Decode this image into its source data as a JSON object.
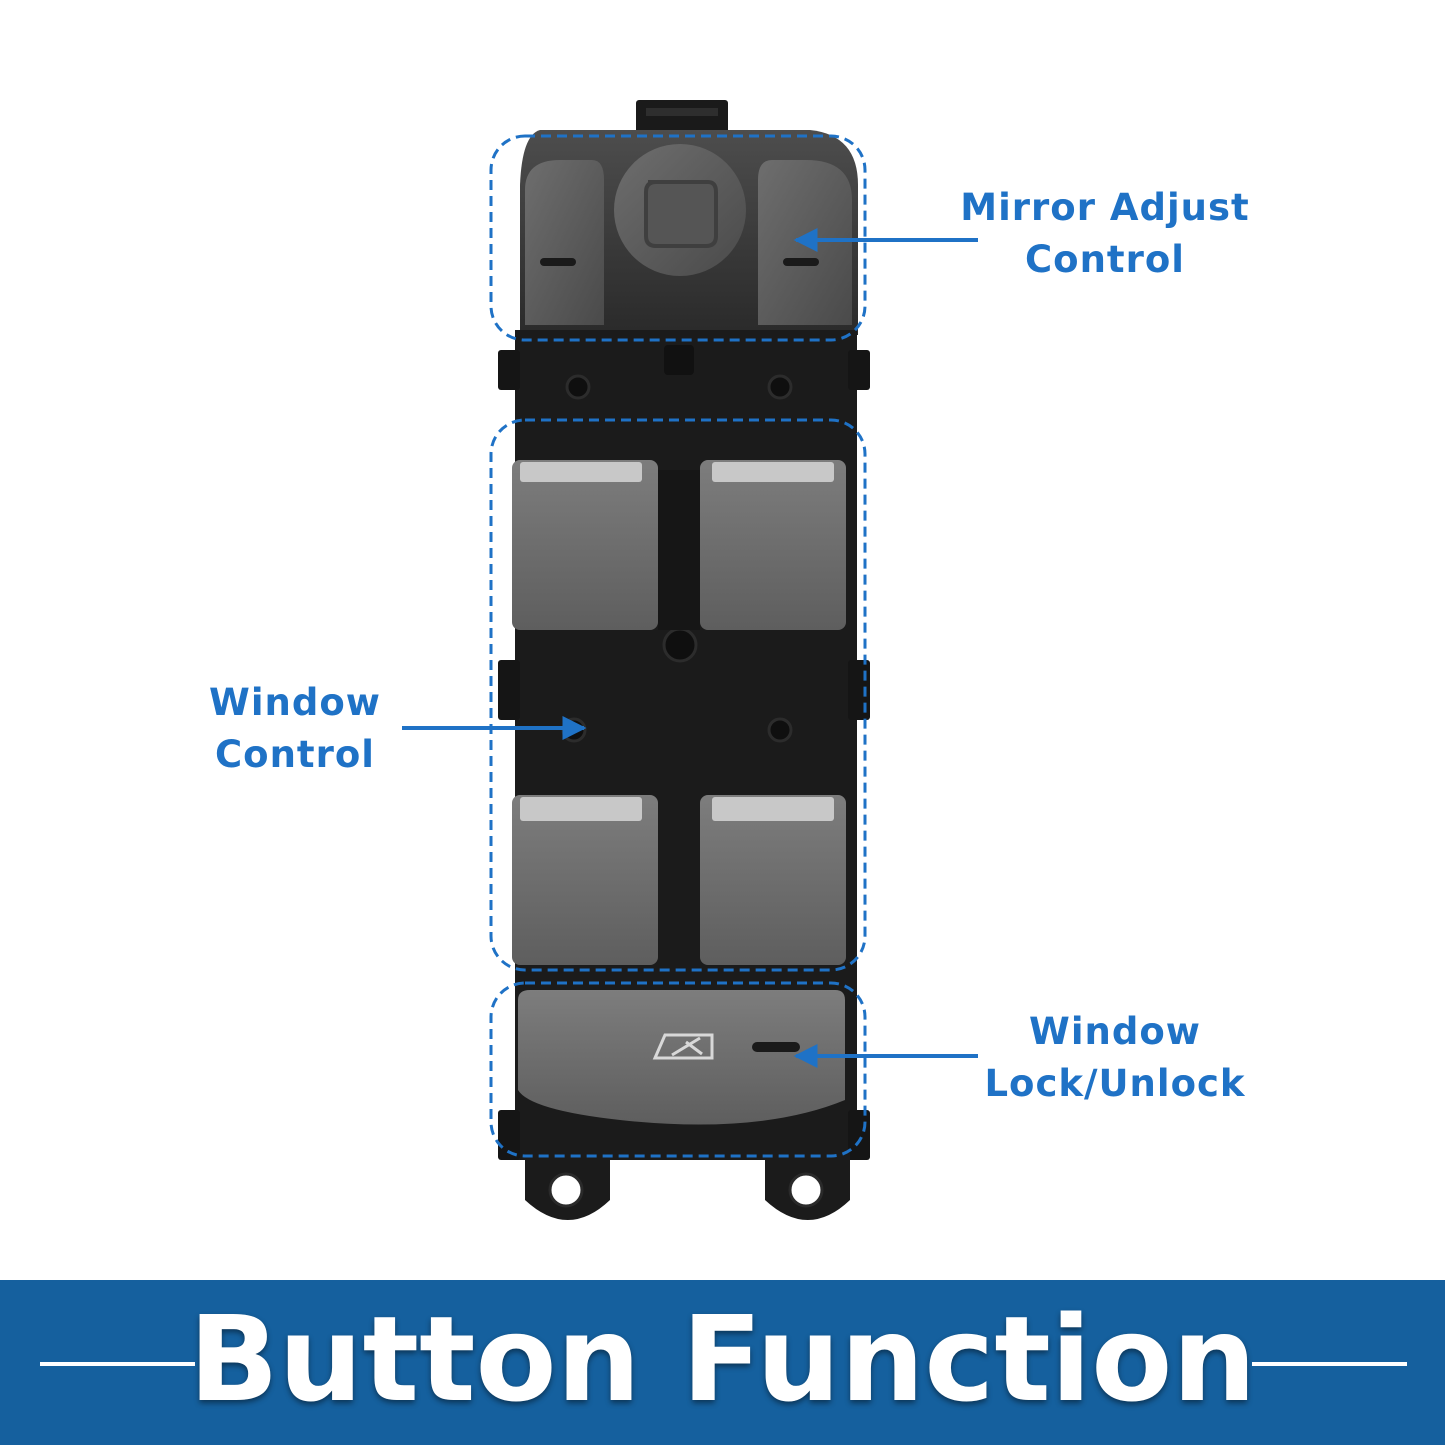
{
  "callouts": {
    "mirror": [
      "Mirror Adjust",
      "Control"
    ],
    "window": [
      "Window",
      "Control"
    ],
    "lock": [
      "Window",
      "Lock/Unlock"
    ]
  },
  "banner": {
    "title": "Button Function"
  },
  "colors": {
    "accent": "#1f72c6",
    "banner": "#15609e",
    "switch_body": "#1b1b1b",
    "button_gray": "#6f6f6f",
    "button_light": "#c4c4c4"
  }
}
